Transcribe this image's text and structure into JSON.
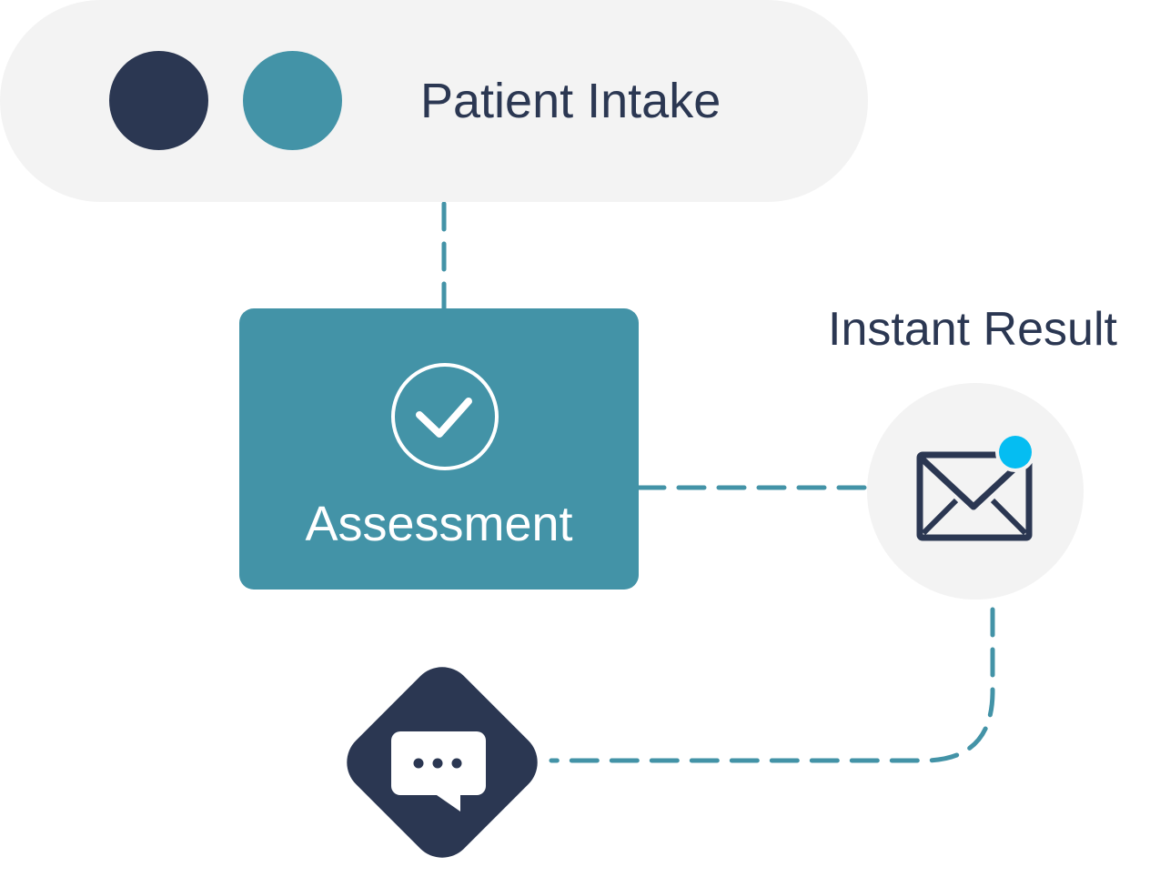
{
  "colors": {
    "navy": "#2b3752",
    "teal": "#4393a7",
    "light_gray": "#f3f3f3",
    "notification": "#05bdf2",
    "white": "#ffffff"
  },
  "header": {
    "title": "Patient Intake",
    "dots": [
      "navy",
      "teal"
    ]
  },
  "assessment": {
    "label": "Assessment",
    "icon": "check-circle-icon"
  },
  "result": {
    "label": "Instant Result",
    "icon": "mail-icon",
    "has_notification": true
  },
  "message": {
    "icon": "chat-bubble-icon"
  }
}
